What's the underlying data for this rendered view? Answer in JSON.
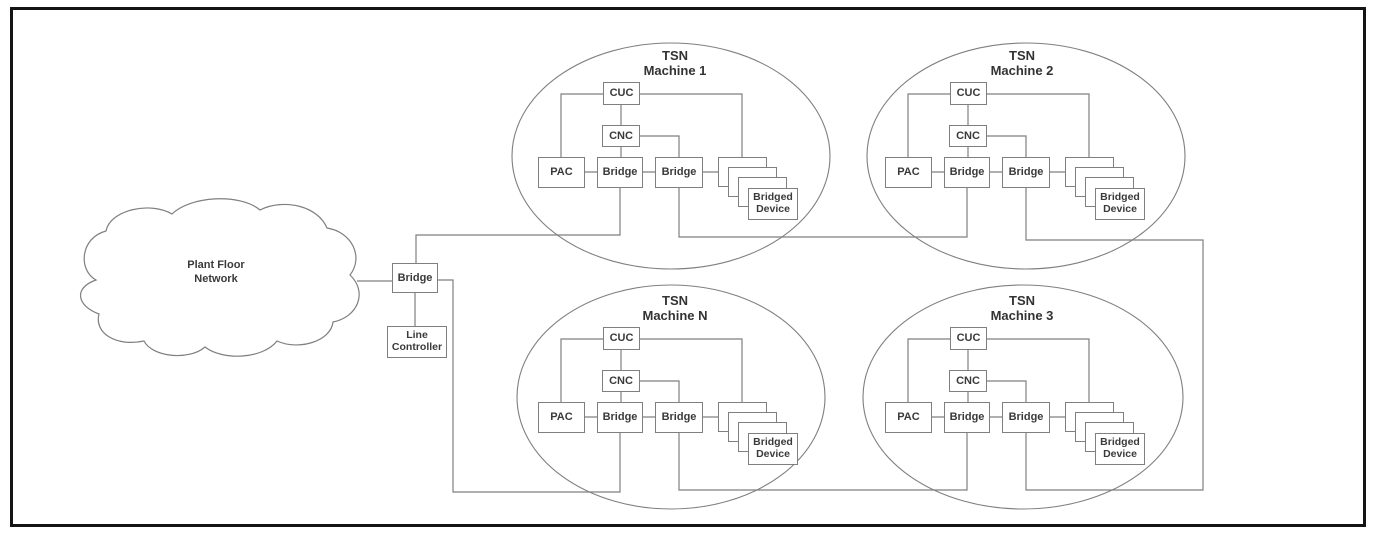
{
  "colors": {
    "line": "#7f7f7f",
    "box_border": "#7f7f7f",
    "text": "#3a3a3a",
    "frame_border": "#141414",
    "background": "#ffffff"
  },
  "cloud": {
    "label_line1": "Plant Floor",
    "label_line2": "Network"
  },
  "backbone": {
    "bridge": "Bridge",
    "line_controller_line1": "Line",
    "line_controller_line2": "Controller"
  },
  "machines": [
    {
      "title1": "TSN",
      "title2": "Machine 1",
      "cuc": "CUC",
      "cnc": "CNC",
      "pac": "PAC",
      "bridge_left": "Bridge",
      "bridge_right": "Bridge",
      "device1": "Bridged",
      "device2": "Device"
    },
    {
      "title1": "TSN",
      "title2": "Machine 2",
      "cuc": "CUC",
      "cnc": "CNC",
      "pac": "PAC",
      "bridge_left": "Bridge",
      "bridge_right": "Bridge",
      "device1": "Bridged",
      "device2": "Device"
    },
    {
      "title1": "TSN",
      "title2": "Machine N",
      "cuc": "CUC",
      "cnc": "CNC",
      "pac": "PAC",
      "bridge_left": "Bridge",
      "bridge_right": "Bridge",
      "device1": "Bridged",
      "device2": "Device"
    },
    {
      "title1": "TSN",
      "title2": "Machine 3",
      "cuc": "CUC",
      "cnc": "CNC",
      "pac": "PAC",
      "bridge_left": "Bridge",
      "bridge_right": "Bridge",
      "device1": "Bridged",
      "device2": "Device"
    }
  ]
}
